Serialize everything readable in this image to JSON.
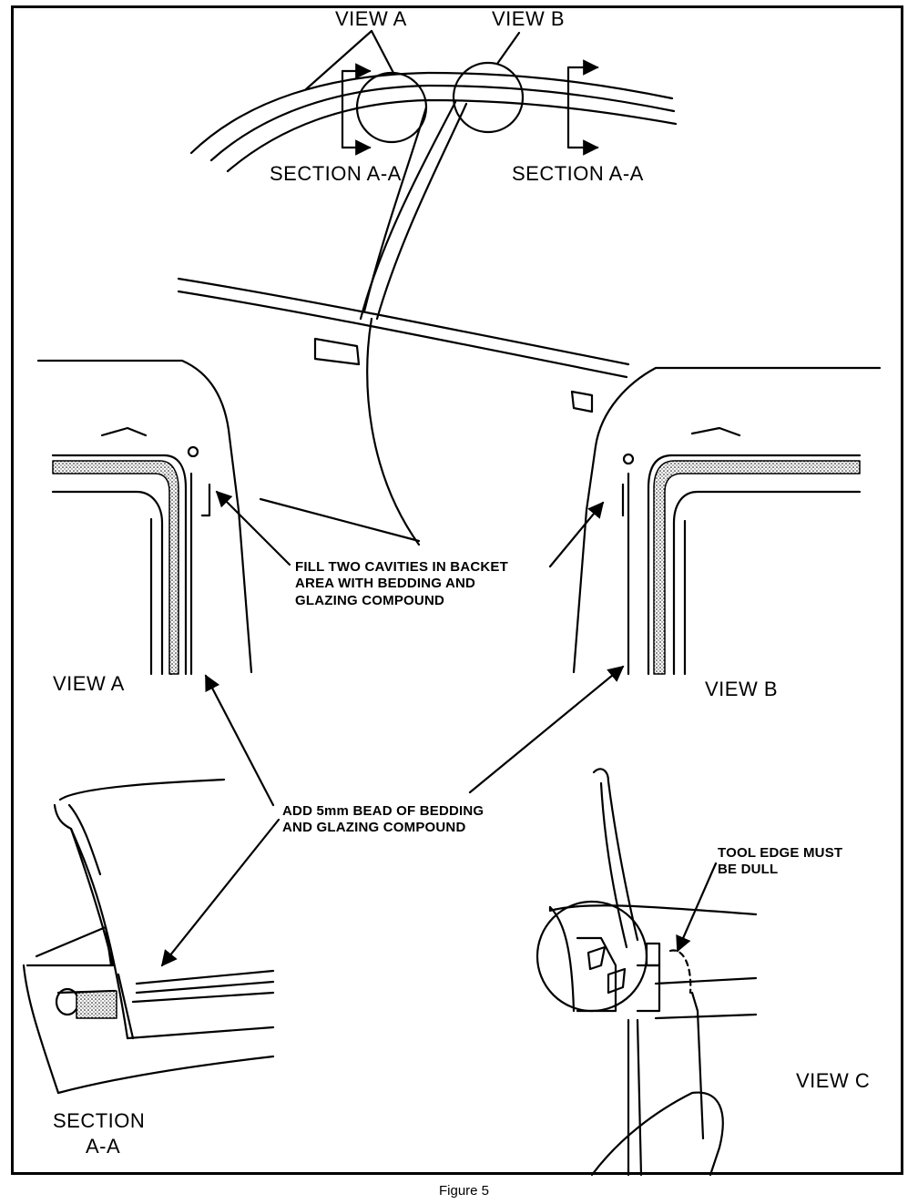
{
  "labels": {
    "view_a_top": "VIEW A",
    "view_b_top": "VIEW B",
    "section_aa_left": "SECTION A-A",
    "section_aa_right": "SECTION A-A",
    "fill_note_line1": "FILL TWO CAVITIES IN BACKET",
    "fill_note_line2": "AREA WITH BEDDING AND",
    "fill_note_line3": "GLAZING COMPOUND",
    "view_a_detail": "VIEW A",
    "view_b_detail": "VIEW B",
    "bead_note_line1": "ADD 5mm BEAD OF BEDDING",
    "bead_note_line2": "AND GLAZING COMPOUND",
    "tool_note_line1": "TOOL EDGE MUST",
    "tool_note_line2": "BE DULL",
    "section_aa_bottom_line1": "SECTION",
    "section_aa_bottom_line2": "A-A",
    "view_c": "VIEW C"
  },
  "caption": "Figure 5"
}
